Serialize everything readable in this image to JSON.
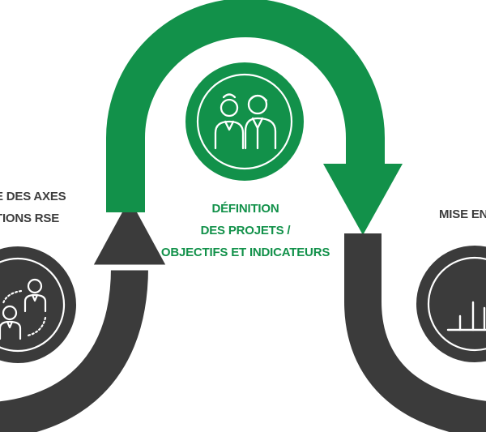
{
  "colors": {
    "green": "#12914a",
    "dark": "#3b3b3b",
    "white": "#ffffff"
  },
  "steps": [
    {
      "id": "left",
      "lines": [
        "E DES AXES",
        "TIONS RSE"
      ],
      "icon": "two-people-network-icon"
    },
    {
      "id": "middle",
      "lines": [
        "DÉFINITION",
        "DES PROJETS /",
        "OBJECTIFS ET INDICATEURS"
      ],
      "icon": "two-people-icon"
    },
    {
      "id": "right",
      "lines": [
        "MISE EN O"
      ],
      "icon": "bar-chart-icon"
    }
  ]
}
